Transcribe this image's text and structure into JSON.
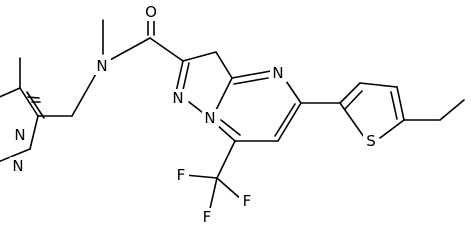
{
  "diagram": {
    "type": "chemical-structure",
    "atoms": [
      {
        "id": "O",
        "label": "O"
      },
      {
        "id": "N1",
        "label": "N"
      },
      {
        "id": "N2",
        "label": "N"
      },
      {
        "id": "N3",
        "label": "N"
      },
      {
        "id": "N4",
        "label": "N"
      },
      {
        "id": "N5",
        "label": "N"
      },
      {
        "id": "N6",
        "label": "N"
      },
      {
        "id": "S",
        "label": "S"
      },
      {
        "id": "F1",
        "label": "F"
      },
      {
        "id": "F2",
        "label": "F"
      },
      {
        "id": "F3",
        "label": "F"
      }
    ]
  }
}
